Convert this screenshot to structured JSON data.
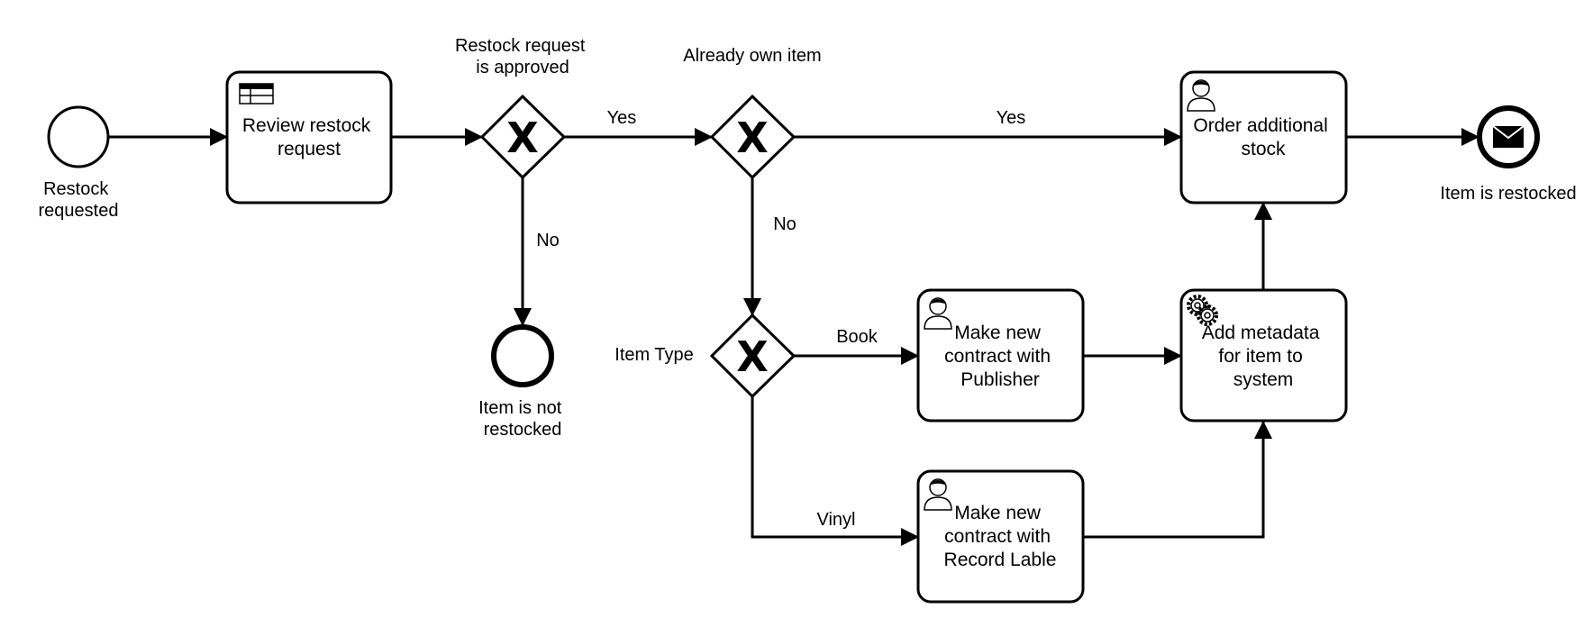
{
  "events": {
    "start": {
      "label_lines": [
        "Restock",
        "requested"
      ]
    },
    "end_not_restocked": {
      "label_lines": [
        "Item is not",
        "restocked"
      ]
    },
    "end_restocked": {
      "label_lines": [
        "Item is restocked"
      ],
      "icon": "envelope-icon"
    }
  },
  "tasks": {
    "review": {
      "label_lines": [
        "Review restock",
        "request"
      ],
      "icon": "table-icon"
    },
    "order": {
      "label_lines": [
        "Order additional",
        "stock"
      ],
      "icon": "user-icon"
    },
    "publisher": {
      "label_lines": [
        "Make new",
        "contract with",
        "Publisher"
      ],
      "icon": "user-icon"
    },
    "record": {
      "label_lines": [
        "Make new",
        "contract with",
        "Record Lable"
      ],
      "icon": "user-icon"
    },
    "metadata": {
      "label_lines": [
        "Add metadata",
        "for item to",
        "system"
      ],
      "icon": "gear-icon"
    }
  },
  "gateways": {
    "approved": {
      "label_lines": [
        "Restock request",
        "is approved"
      ],
      "symbol": "X"
    },
    "own": {
      "label_lines": [
        "Already own item"
      ],
      "symbol": "X"
    },
    "type": {
      "label_lines": [
        "Item Type"
      ],
      "symbol": "X"
    }
  },
  "flows": {
    "approved_yes": "Yes",
    "approved_no": "No",
    "own_yes": "Yes",
    "own_no": "No",
    "type_book": "Book",
    "type_vinyl": "Vinyl"
  }
}
